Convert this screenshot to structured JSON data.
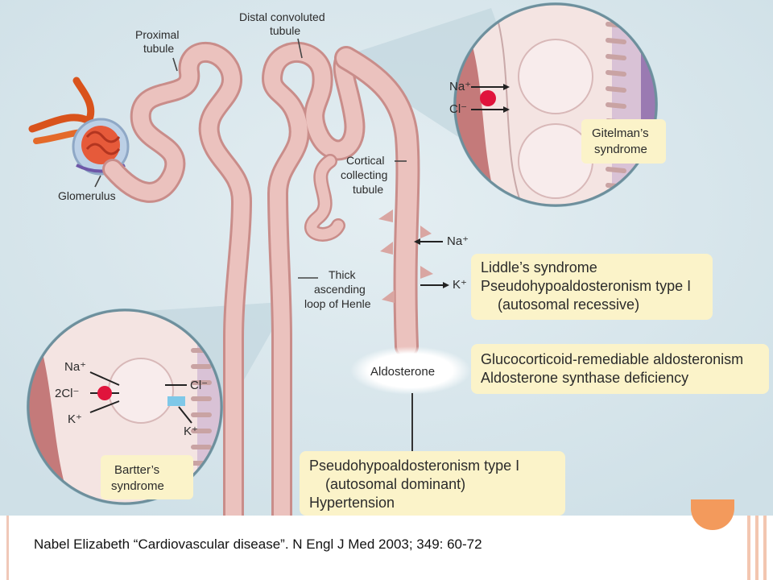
{
  "labels": {
    "proximal": [
      "Proximal",
      "tubule"
    ],
    "distal": [
      "Distal convoluted",
      "tubule"
    ],
    "glomerulus": "Glomerulus",
    "cortical": [
      "Cortical",
      "collecting",
      "tubule"
    ],
    "thick": [
      "Thick",
      "ascending",
      "loop of Henle"
    ],
    "aldosterone": "Aldosterone"
  },
  "ions": {
    "na": "Na⁺",
    "cl": "Cl⁻",
    "k": "K⁺",
    "twocl": "2Cl⁻"
  },
  "syndromes": {
    "gitelman": [
      "Gitelman’s",
      "syndrome"
    ],
    "bartter": [
      "Bartter’s",
      "syndrome"
    ]
  },
  "boxes": {
    "liddle": [
      "Liddle’s syndrome",
      "Pseudohypoaldosteronism type I",
      "(autosomal recessive)"
    ],
    "gluco": [
      "Glucocorticoid-remediable aldosteronism",
      "Aldosterone synthase deficiency"
    ],
    "pseudo": [
      "Pseudohypoaldosteronism type I",
      "(autosomal dominant)",
      "Hypertension"
    ]
  },
  "caption": "Nabel Elizabeth “Cardiovascular disease”.  N Engl J  Med 2003; 349: 60-72",
  "colors": {
    "background": "#d6e6ec",
    "tubule": "#e7b8b4",
    "tubule_edge": "#c98d8a",
    "note_box": "#fbf3c9",
    "transporter_red": "#e0143c",
    "accent_orange": "#f39a5c"
  }
}
